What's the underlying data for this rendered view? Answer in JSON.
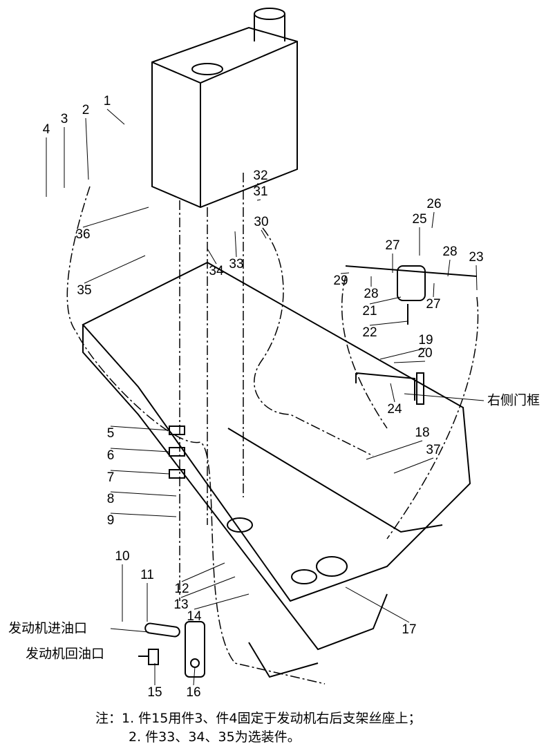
{
  "part_numbers": [
    "1",
    "2",
    "3",
    "4",
    "32",
    "31",
    "30",
    "36",
    "34",
    "33",
    "35",
    "27",
    "25",
    "26",
    "28",
    "23",
    "29",
    "28",
    "27",
    "21",
    "22",
    "19",
    "20",
    "24",
    "18",
    "37",
    "5",
    "6",
    "7",
    "8",
    "9",
    "10",
    "11",
    "12",
    "13",
    "14",
    "17",
    "15",
    "16"
  ],
  "callouts": {
    "right_door_frame": "右侧门框",
    "engine_fuel_inlet": "发动机进油口",
    "engine_fuel_return": "发动机回油口"
  },
  "notes": {
    "line1": "注：1. 件15用件3、件4固定于发动机右后支架丝座上；",
    "line2": "2. 件33、34、35为选装件。"
  }
}
